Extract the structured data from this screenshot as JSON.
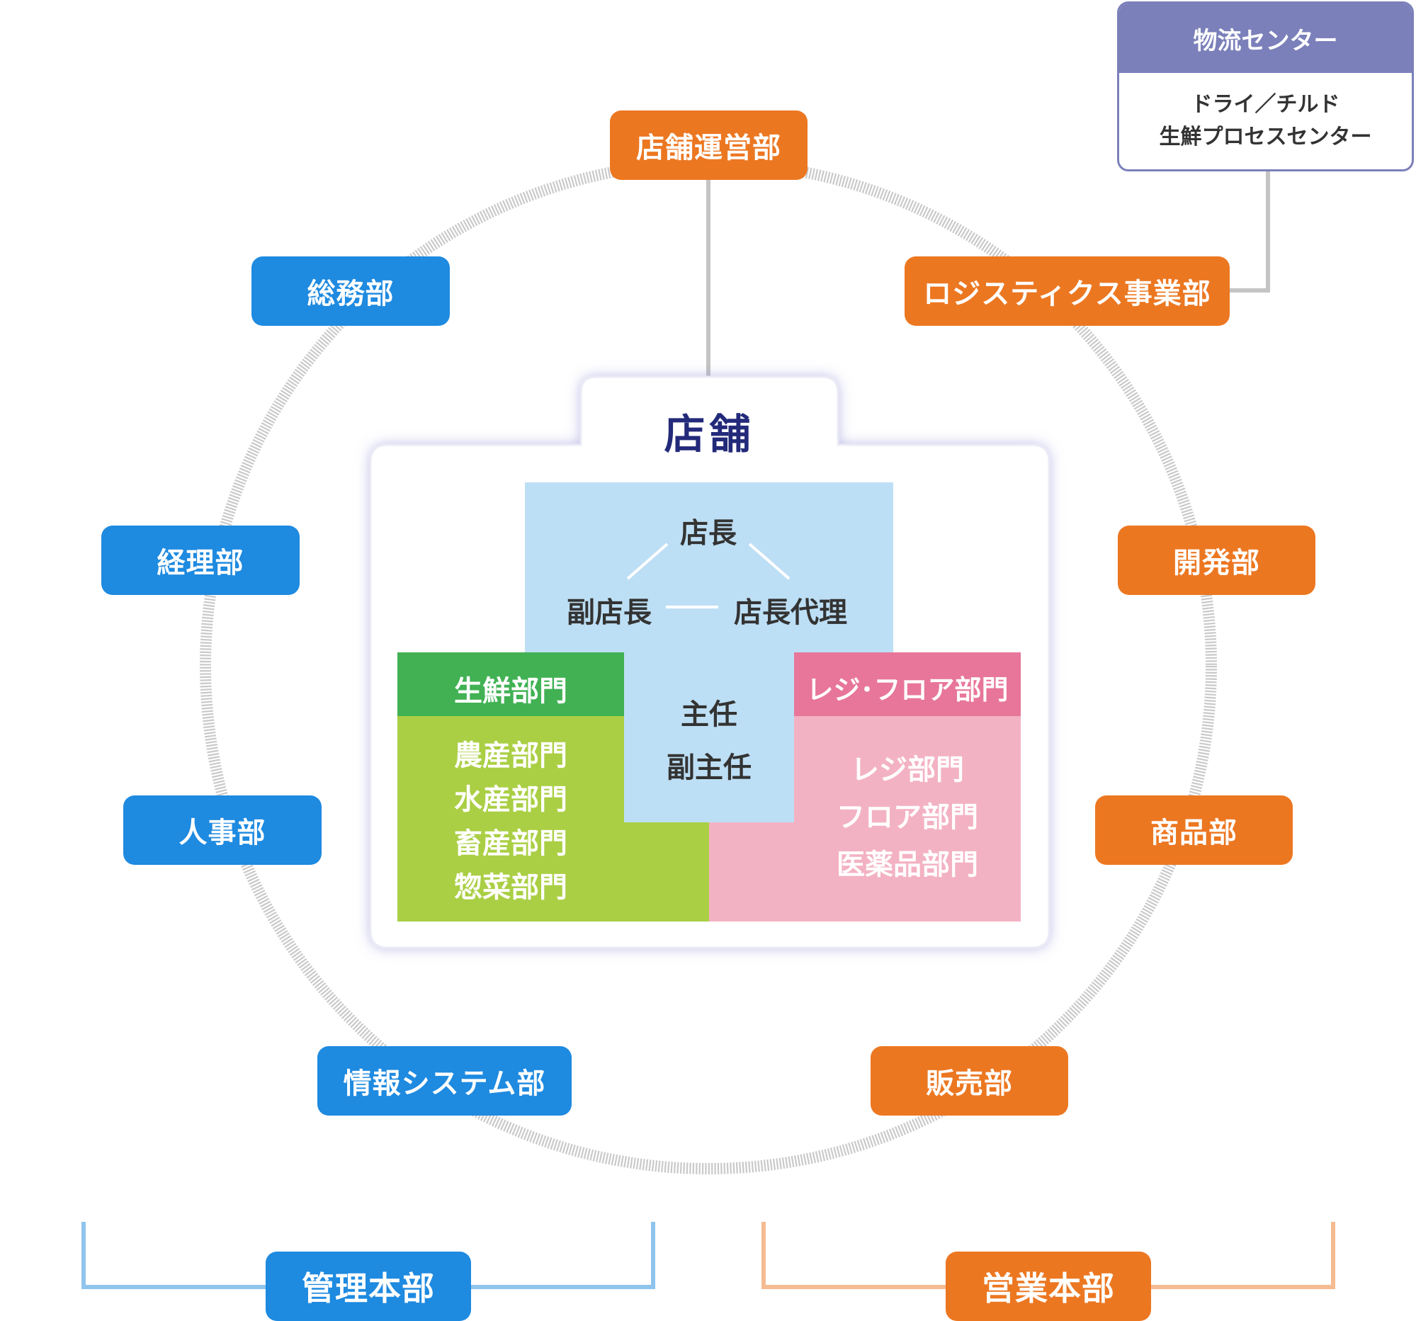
{
  "store": {
    "title": "店舗",
    "management": {
      "manager": "店長",
      "deputy": "副店長",
      "acting": "店長代理",
      "chief": "主任",
      "deputy_chief": "副主任"
    },
    "fresh": {
      "header": "生鮮部門",
      "items": [
        "農産部門",
        "水産部門",
        "畜産部門",
        "惣菜部門"
      ]
    },
    "register_floor": {
      "header": "レジ･フロア部門",
      "items": [
        "レジ部門",
        "フロア部門",
        "医薬品部門"
      ]
    }
  },
  "departments": {
    "store_ops": "店舗運営部",
    "general_affairs": "総務部",
    "accounting": "経理部",
    "hr": "人事部",
    "info_systems": "情報システム部",
    "logistics": "ロジスティクス事業部",
    "development": "開発部",
    "merchandise": "商品部",
    "sales": "販売部"
  },
  "distribution_center": {
    "title": "物流センター",
    "line1": "ドライ／チルド",
    "line2": "生鮮プロセスセンター"
  },
  "headquarters": {
    "admin": "管理本部",
    "sales": "営業本部"
  },
  "colors": {
    "admin_blue": "#1e8ae0",
    "sales_orange": "#ec7721",
    "fresh_green": "#41b153",
    "fresh_light": "#aacf44",
    "register_pink": "#e8769a",
    "register_light": "#f3b2c3",
    "mgmt_blue": "#bddff5",
    "center_purple": "#7b80ba",
    "store_title": "#232a7a"
  }
}
